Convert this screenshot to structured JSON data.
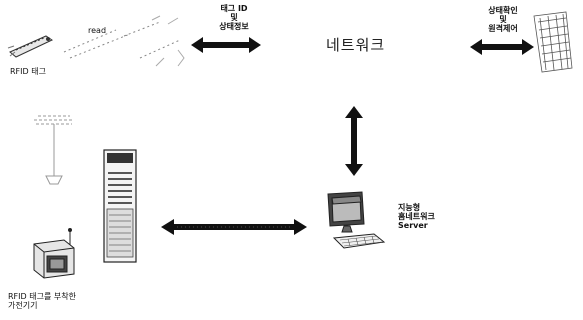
{
  "nodes": {
    "rfid_tag": {
      "label": "RFID 태그"
    },
    "reader_link": {
      "label": "read"
    },
    "network": {
      "label": "네트워크"
    },
    "server": {
      "label_lines": [
        "지능형",
        "홈네트워크",
        "Server"
      ]
    },
    "appliance": {
      "label_lines": [
        "RFID 태그를 부착한",
        "가전기기"
      ]
    }
  },
  "edges": {
    "tag_to_network": {
      "label_lines": [
        "태그 ID",
        "및",
        "상태정보"
      ]
    },
    "network_to_remote": {
      "label_lines": [
        "상태확인",
        "및",
        "원격제어"
      ]
    }
  }
}
